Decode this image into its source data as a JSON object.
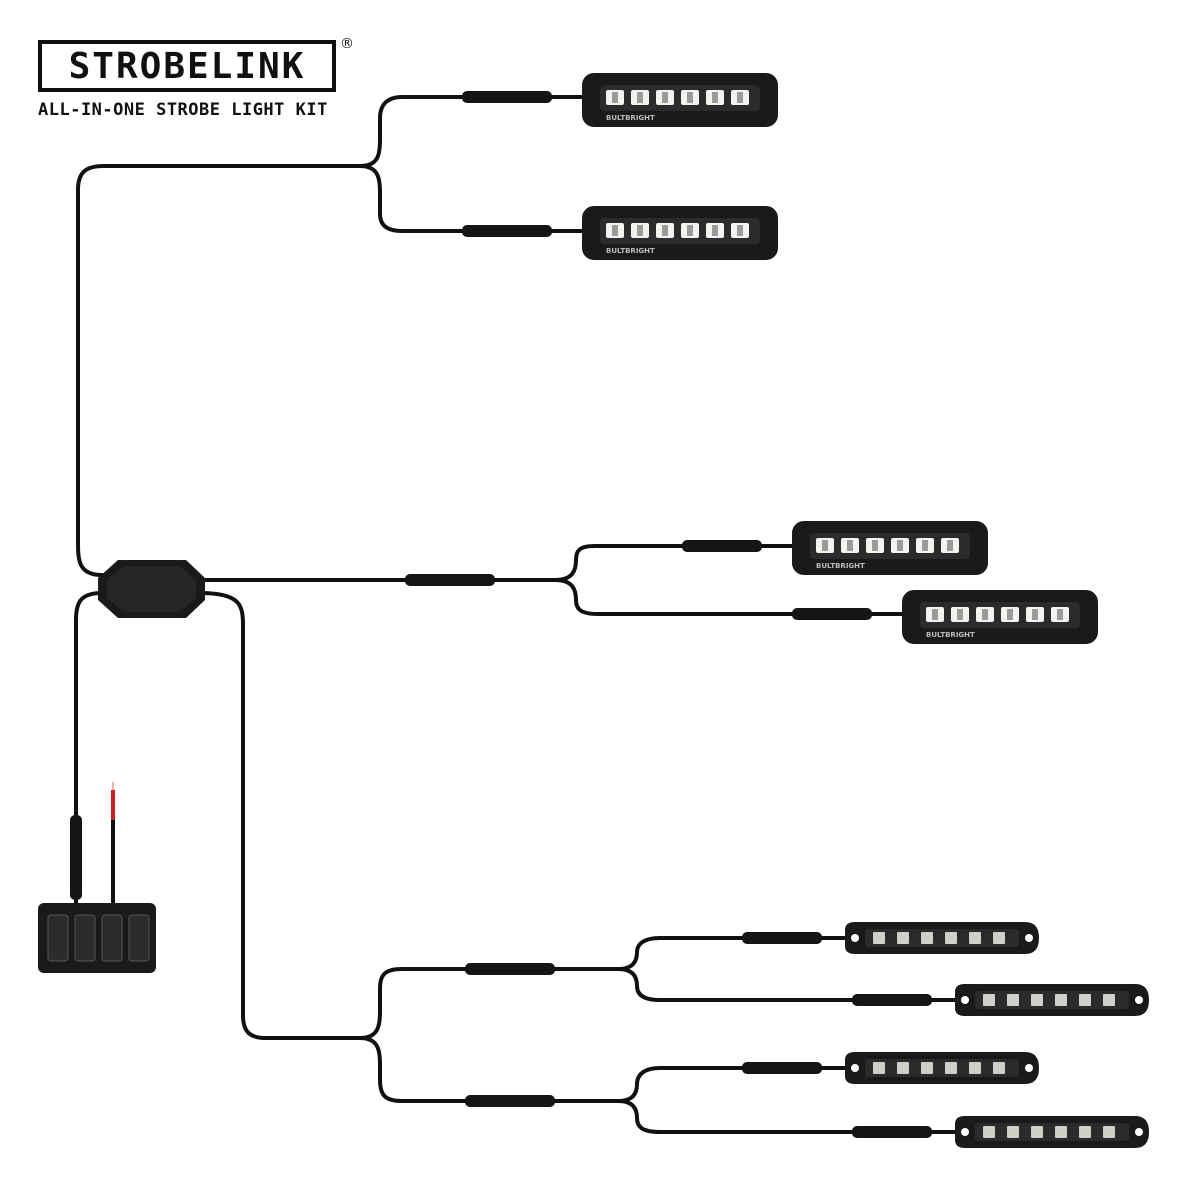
{
  "brand": {
    "name": "STROBELINK",
    "registered_mark": "®",
    "tagline": "ALL-IN-ONE STROBE LIGHT KIT"
  },
  "colors": {
    "cable": "#111111",
    "housing": "#1a1a1a",
    "lens": "#2b2b2b",
    "led": "#f2f2ee",
    "power_wire_tip": "#cc2222"
  },
  "components": {
    "control_module": "control-module",
    "switch_panel": {
      "switch_count": 4
    },
    "light_pods": {
      "count": 4,
      "leds_per_light": 6,
      "label": "BULTBRIGHT"
    },
    "light_bars": {
      "count": 4
    }
  }
}
